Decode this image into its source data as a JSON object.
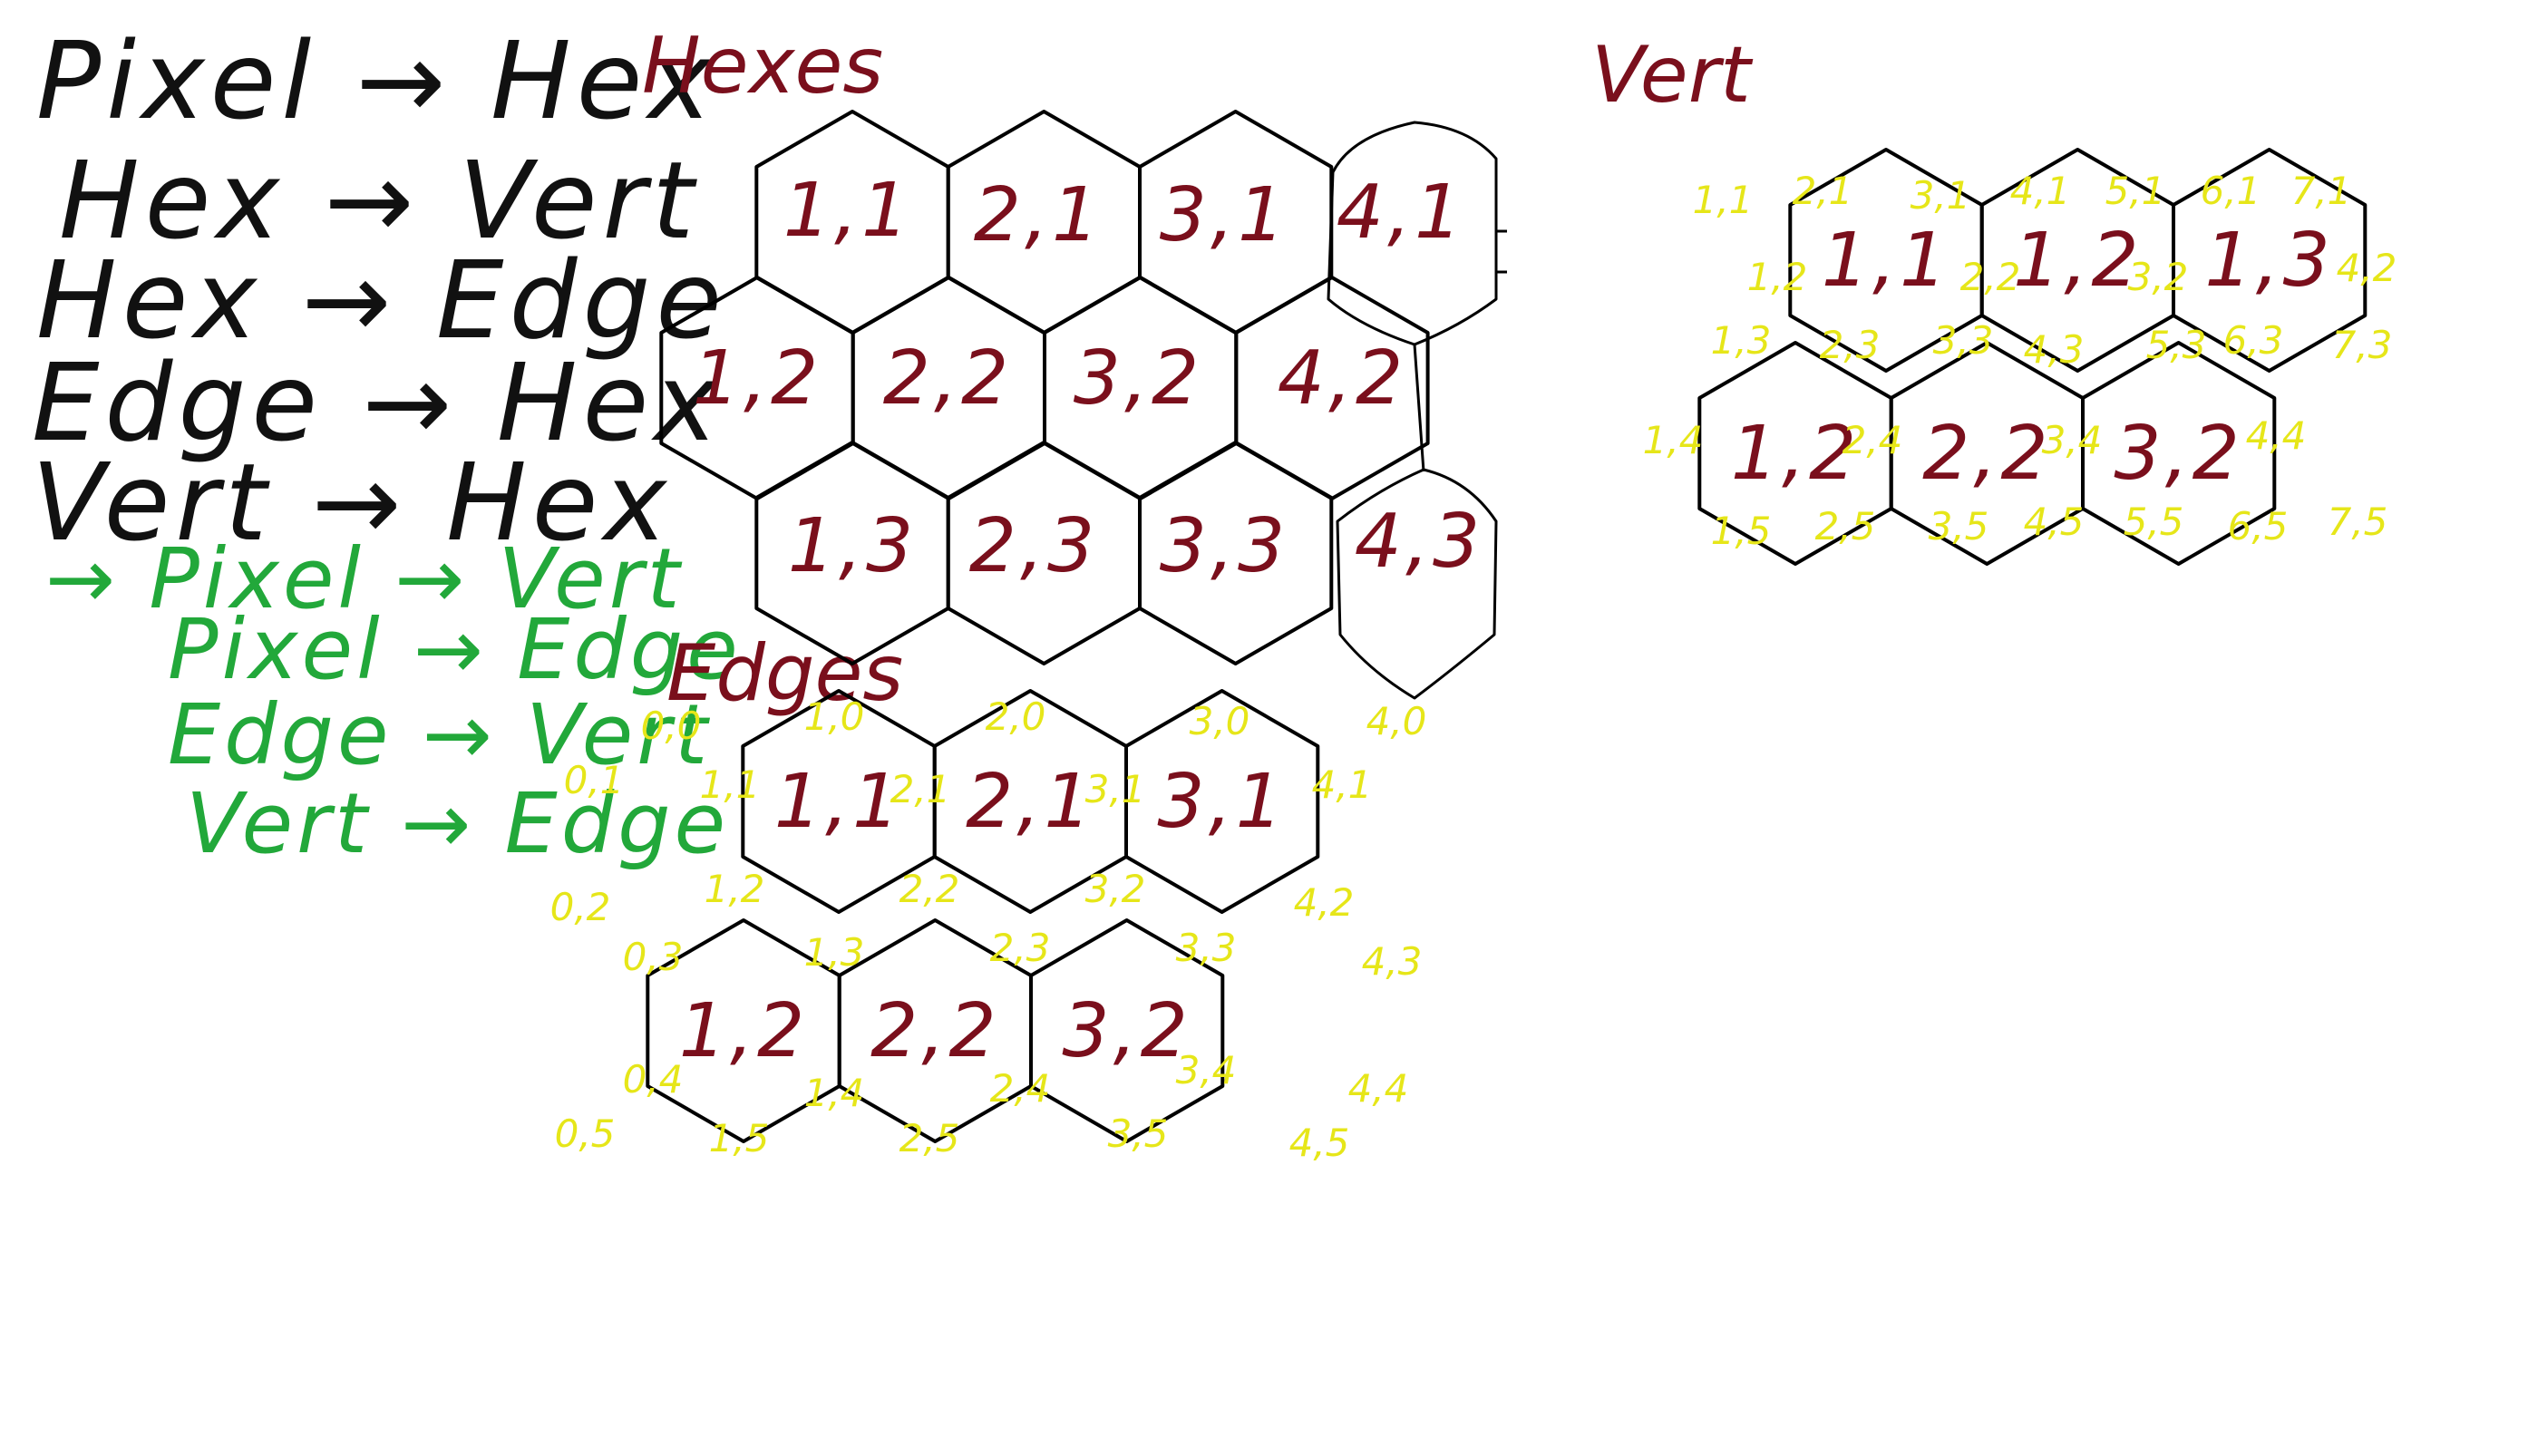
{
  "notes": {
    "conversions": [
      "Pixel → Hex",
      "Hex → Vert",
      "Hex → Edge",
      "Edge → Hex",
      "Vert → Hex"
    ],
    "todo": [
      "→ Pixel → Vert",
      "Pixel → Edge",
      "Edge → Vert",
      "Vert → Edge"
    ]
  },
  "hexes_diagram": {
    "title": "Hexes",
    "cells": [
      "1,1",
      "2,1",
      "3,1",
      "4,1",
      "1,2",
      "2,2",
      "3,2",
      "4,2",
      "1,3",
      "2,3",
      "3,3",
      "4,3"
    ]
  },
  "edges_diagram": {
    "title": "Edges",
    "cells": [
      "1,1",
      "2,1",
      "3,1",
      "1,2",
      "2,2",
      "3,2"
    ],
    "edge_labels": [
      "0,0",
      "1,0",
      "2,0",
      "3,0",
      "4,0",
      "0,1",
      "1,1",
      "2,1",
      "3,1",
      "4,1",
      "0,2",
      "1,2",
      "2,2",
      "3,2",
      "4,2",
      "0,3",
      "1,3",
      "2,3",
      "3,3",
      "4,3",
      "0,4",
      "1,4",
      "2,4",
      "3,4",
      "4,4",
      "0,5",
      "1,5",
      "2,5",
      "3,5",
      "4,5"
    ]
  },
  "vert_diagram": {
    "title": "Vert",
    "cells": [
      "1,1",
      "1,2",
      "1,3",
      "1,2",
      "2,2",
      "3,2"
    ],
    "vert_labels": [
      "1,1",
      "2,1",
      "3,1",
      "4,1",
      "5,1",
      "6,1",
      "7,1",
      "1,2",
      "2,2",
      "3,2",
      "4,2",
      "1,3",
      "2,3",
      "3,3",
      "4,3",
      "5,3",
      "6,3",
      "7,3",
      "1,4",
      "2,4",
      "3,4",
      "4,4",
      "1,5",
      "2,5",
      "3,5",
      "4,5",
      "5,5",
      "6,5",
      "7,5"
    ]
  }
}
